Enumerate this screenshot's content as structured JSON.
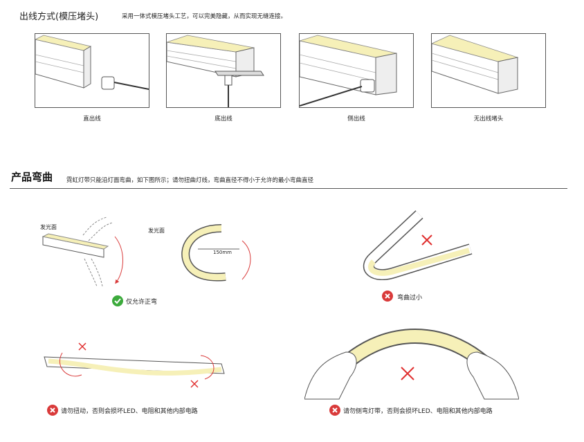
{
  "section1": {
    "title": "出线方式(模压堵头)",
    "note": "采用一体式模压堵头工艺，可以完美隐藏，从而实现无缝连接。",
    "items": [
      {
        "caption": "直出线"
      },
      {
        "caption": "底出线"
      },
      {
        "caption": "侧出线"
      },
      {
        "caption": "无出线堵头"
      }
    ]
  },
  "section2": {
    "title": "产品弯曲",
    "note": "霓虹灯带只能沿灯面弯曲，如下图所示；请勿扭曲灯线，弯曲直径不得小于允许的最小弯曲直径",
    "fig1_label": "发光面",
    "fig2_label": "发光面",
    "radius_label": "150mm",
    "ok_text": "仅允许正弯",
    "err_small": "弯曲过小",
    "err_twist": "请勿扭动，否则会损坏LED、电阻和其他内部电路",
    "err_side": "请勿侧弯灯带，否则会损坏LED、电阻和其他内部电路"
  },
  "colors": {
    "accent_fill": "#f6f0b8",
    "ok_green": "#3caa3c",
    "err_red": "#d93a3a",
    "cross_red": "#e03030"
  }
}
